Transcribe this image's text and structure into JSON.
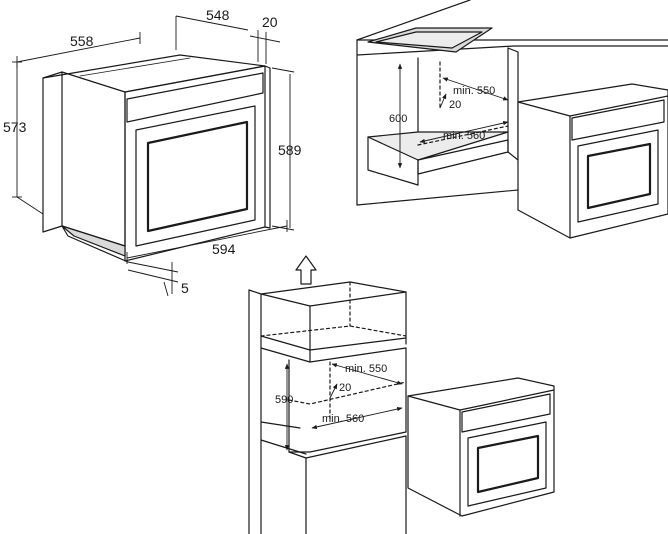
{
  "oven": {
    "depth_top": "558",
    "depth_body": "548",
    "front_thickness": "20",
    "height_body": "573",
    "height_front": "589",
    "width_front": "594",
    "bottom_gap": "5"
  },
  "under_counter": {
    "height": "600",
    "depth": "min. 550",
    "rear_gap": "20",
    "width": "min. 560"
  },
  "column": {
    "height": "590",
    "depth": "min. 550",
    "rear_gap": "20",
    "width": "min. 560"
  },
  "icons": [
    "ventilation-arrow-icon"
  ]
}
